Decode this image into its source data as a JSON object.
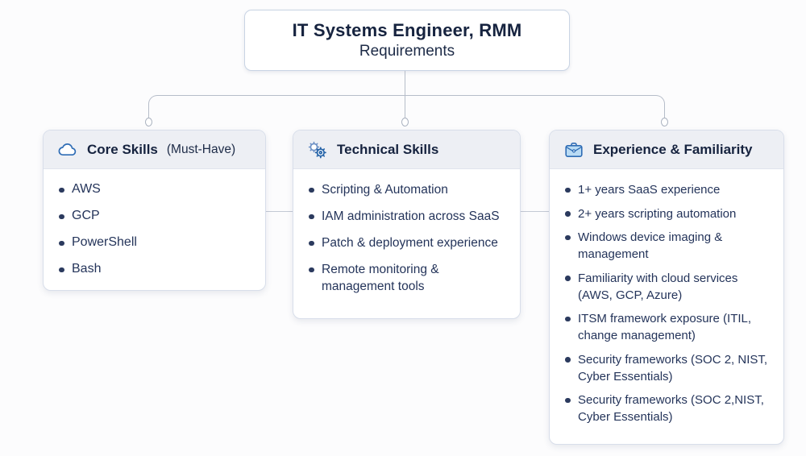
{
  "title_box": {
    "title": "IT Systems Engineer, RMM",
    "subtitle": "Requirements"
  },
  "colors": {
    "icon_blue": "#2e6cb5",
    "icon_blue_light": "#6b8fc4",
    "briefcase_fill": "#b9dbf4",
    "text_navy": "#16233f",
    "connector_gray": "#b6bdc9",
    "header_bg": "#edeff4"
  },
  "cards": [
    {
      "icon": "cloud-icon",
      "title": "Core Skills",
      "title_suffix": "(Must-Have)",
      "items": [
        "AWS",
        "GCP",
        "PowerShell",
        "Bash"
      ]
    },
    {
      "icon": "gears-icon",
      "title": "Technical Skills",
      "title_suffix": "",
      "items": [
        "Scripting & Automation",
        "IAM administration across SaaS",
        "Patch & deployment experience",
        "Remote monitoring & management tools"
      ]
    },
    {
      "icon": "briefcase-icon",
      "title": "Experience & Familiarity",
      "title_suffix": "",
      "items": [
        "1+ years SaaS experience",
        "2+ years scripting automation",
        "Windows device imaging & management",
        "Familiarity with cloud services (AWS, GCP, Azure)",
        "ITSM framework exposure (ITIL, change management)",
        "Security frameworks (SOC 2, NIST, Cyber Essentials)",
        "Security frameworks (SOC 2,NIST, Cyber Essentials)"
      ]
    }
  ]
}
